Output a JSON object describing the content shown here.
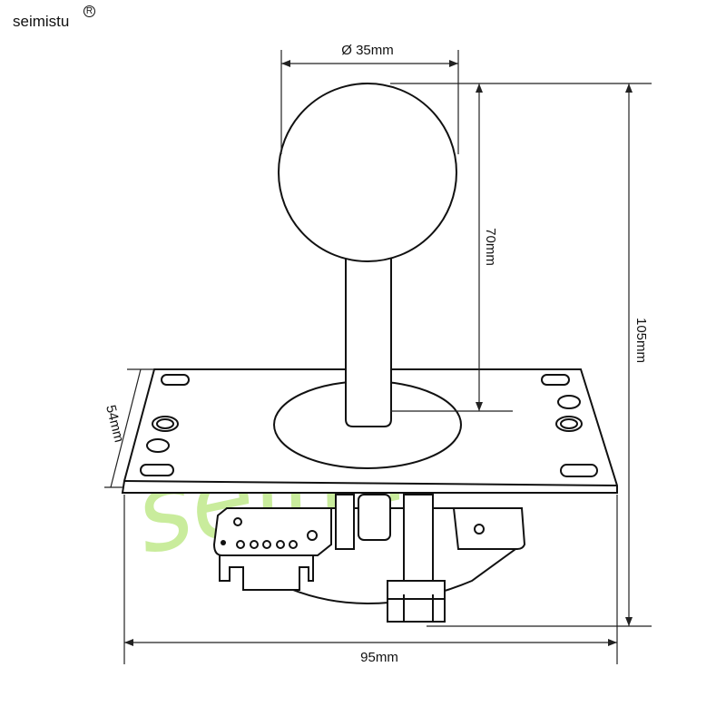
{
  "brand": {
    "name": "seimistu",
    "registered_mark": "R"
  },
  "watermark": {
    "text": "seimistu",
    "color": "#c9ec9c"
  },
  "dimensions": {
    "ball_diameter": "Ø 35mm",
    "shaft_height": "70mm",
    "total_height": "105mm",
    "plate_depth": "54mm",
    "plate_width": "95mm"
  }
}
